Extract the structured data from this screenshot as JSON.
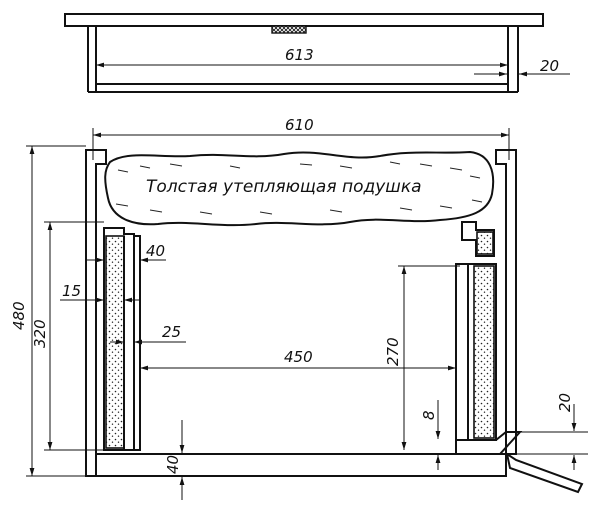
{
  "top_view": {
    "width_label": "613",
    "rim_label": "20"
  },
  "section": {
    "cushion_label": "Толстая утепляющая подушка",
    "dims": {
      "overall_width": "610",
      "overall_height": "480",
      "inner_height": "320",
      "insulation_40": "40",
      "wall_15": "15",
      "wall_25": "25",
      "inner_width": "450",
      "right_height": "270",
      "bottom_40": "40",
      "gap_8": "8",
      "entrance_20": "20"
    }
  }
}
